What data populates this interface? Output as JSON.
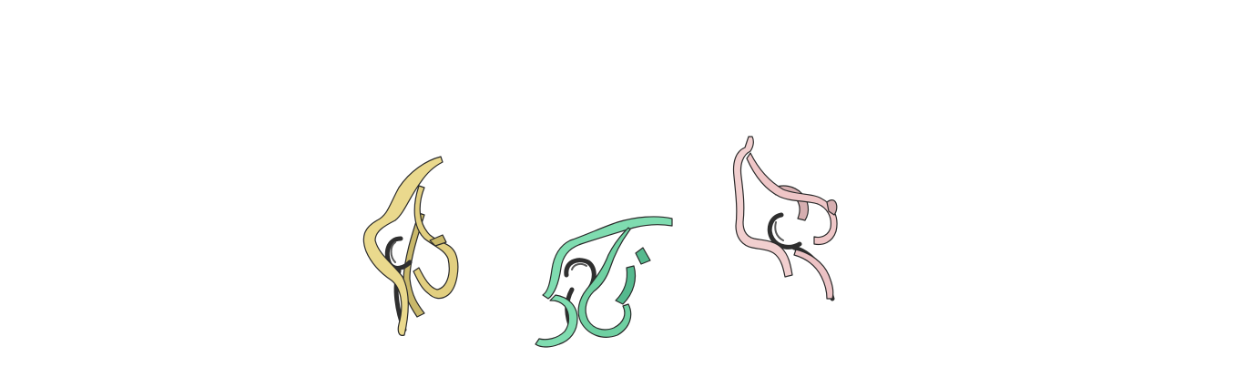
{
  "scene": {
    "background": "#ffffff",
    "structures": [
      {
        "id": "structure-1",
        "color": "#ead98d",
        "shade": "#c9b86a"
      },
      {
        "id": "structure-2",
        "color": "#7fdcb0",
        "shade": "#55b98e"
      },
      {
        "id": "structure-3",
        "color": "#f1cfcf",
        "shade": "#d6aeb0"
      }
    ]
  }
}
